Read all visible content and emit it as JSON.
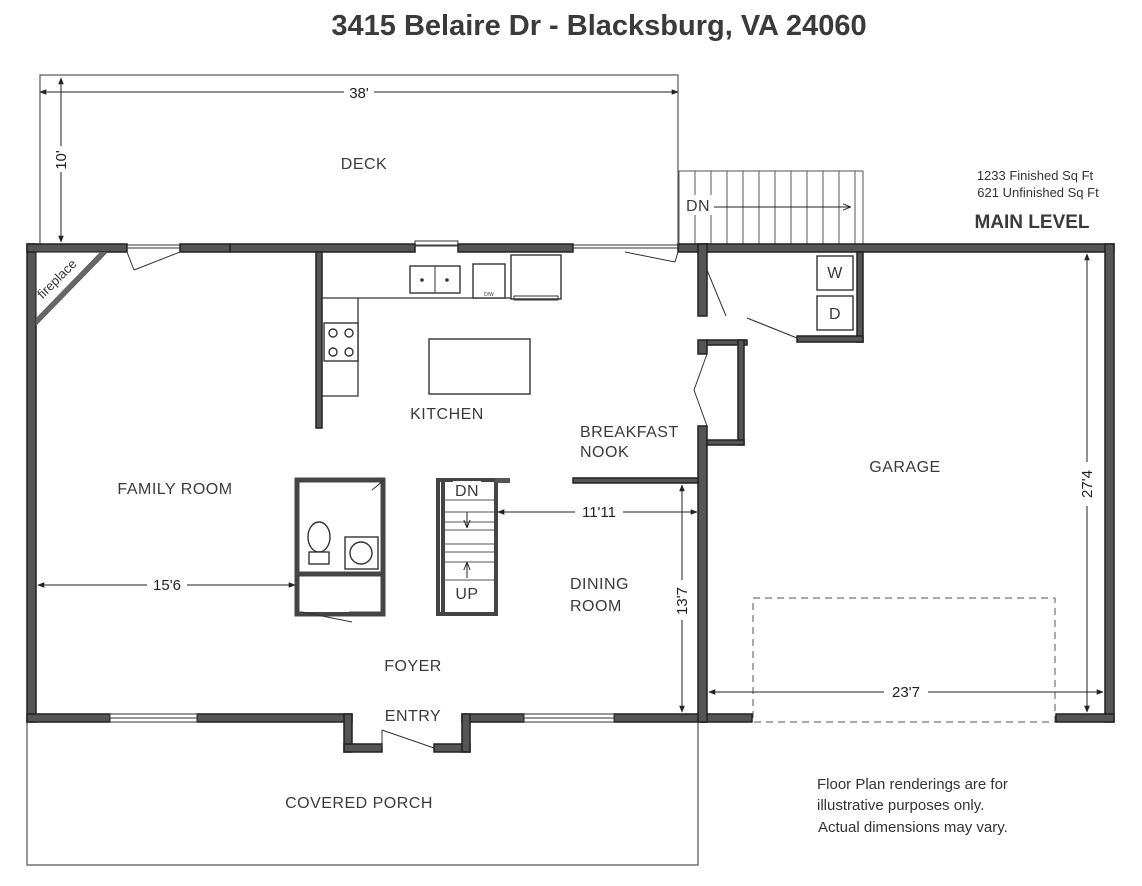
{
  "title": "3415 Belaire Dr - Blacksburg, VA 24060",
  "level": {
    "name": "MAIN LEVEL",
    "finished": "1233 Finished Sq Ft",
    "unfinished": "621 Unfinished Sq Ft"
  },
  "rooms": {
    "deck": "DECK",
    "family_room": "FAMILY ROOM",
    "kitchen": "KITCHEN",
    "breakfast_line1": "BREAKFAST",
    "breakfast_line2": "NOOK",
    "dining_line1": "DINING",
    "dining_line2": "ROOM",
    "foyer": "FOYER",
    "entry": "ENTRY",
    "garage": "GARAGE",
    "covered_porch": "COVERED PORCH"
  },
  "labels": {
    "fireplace": "fireplace",
    "stairs_down": "DN",
    "stairs_up": "UP",
    "deck_stairs_down": "DN",
    "washer": "W",
    "dryer": "D",
    "dishwasher": "D/W"
  },
  "dimensions": {
    "deck_width": "38'",
    "deck_depth": "10'",
    "family_width": "15'6",
    "dining_width": "11'11",
    "dining_depth": "13'7",
    "garage_width": "23'7",
    "garage_depth": "27'4"
  },
  "disclaimer": {
    "line1": "Floor Plan renderings are for",
    "line2": "illustrative purposes only.",
    "line3": "Actual dimensions may vary."
  }
}
